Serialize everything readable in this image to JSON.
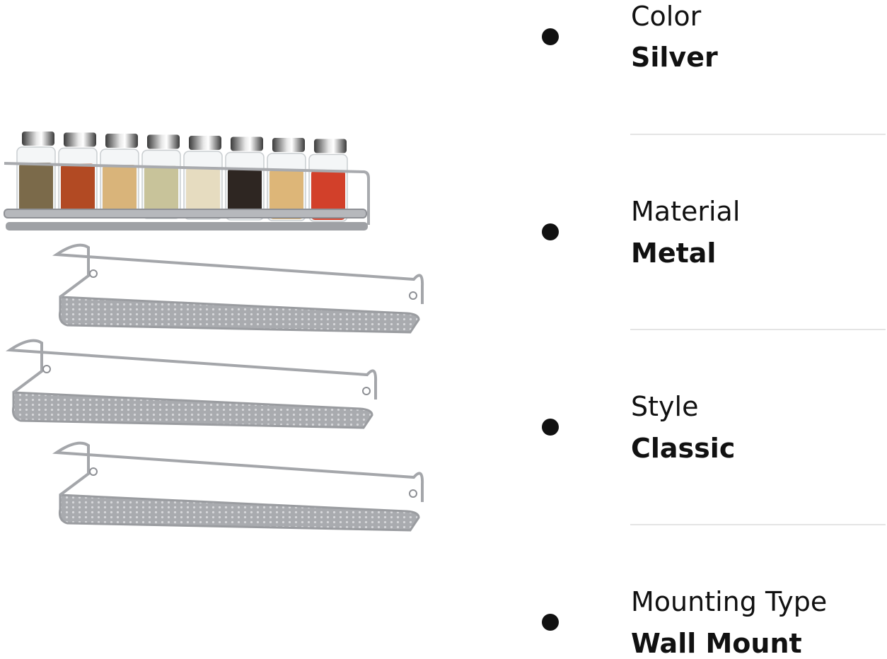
{
  "product_image": {
    "alt": "Silver metal wall-mounted spice racks, one holding eight spice jars, three shown empty",
    "jars": [
      {
        "fill": "#7b6a4a"
      },
      {
        "fill": "#b24a23"
      },
      {
        "fill": "#d9b47a"
      },
      {
        "fill": "#c8c39a"
      },
      {
        "fill": "#e6dcc0"
      },
      {
        "fill": "#2e2622"
      },
      {
        "fill": "#ddb678"
      },
      {
        "fill": "#d2402a"
      }
    ],
    "rack_color": "#a4a6aa"
  },
  "specs": [
    {
      "label": "Color",
      "value": "Silver"
    },
    {
      "label": "Material",
      "value": "Metal"
    },
    {
      "label": "Style",
      "value": "Classic"
    },
    {
      "label": "Mounting Type",
      "value": "Wall Mount"
    }
  ]
}
